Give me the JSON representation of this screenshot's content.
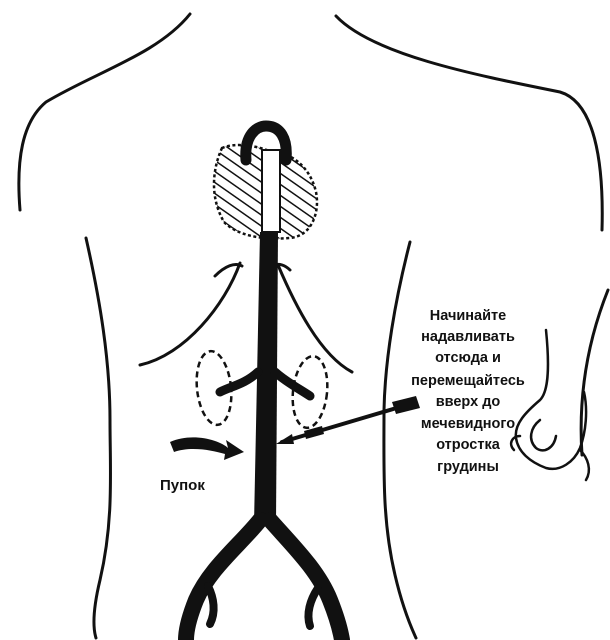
{
  "labels": {
    "navel": "Пупок",
    "instruction_lines": [
      "Начинайте",
      "надавливать",
      "отсюда и",
      "перемещайтесь",
      "вверх до",
      "мечевидного",
      "отростка",
      "грудины"
    ]
  },
  "colors": {
    "ink": "#111111",
    "background": "#ffffff"
  }
}
